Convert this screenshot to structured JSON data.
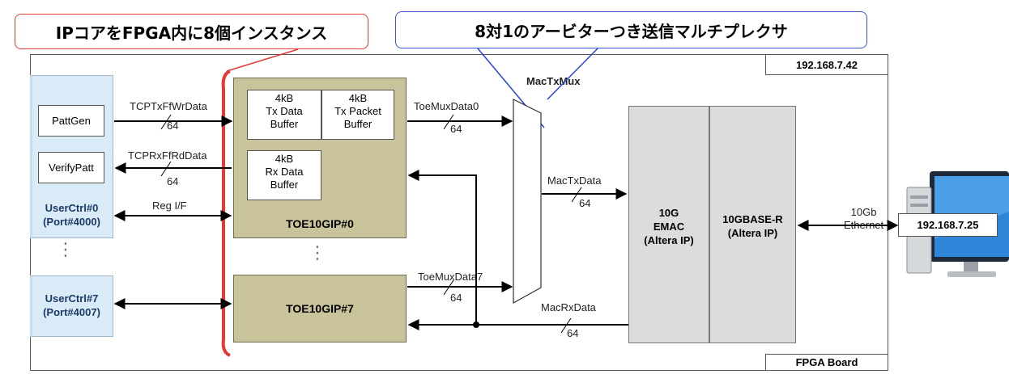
{
  "callouts": {
    "left": "IPコアをFPGA内に8個インスタンス",
    "right": "8対1のアービターつき送信マルチプレクサ"
  },
  "board": {
    "ip_label": "192.168.7.42",
    "name_label": "FPGA Board"
  },
  "user_ctrl_0": {
    "pattgen": "PattGen",
    "verifypatt": "VerifyPatt",
    "title_line1": "UserCtrl#0",
    "title_line2": "(Port#4000)"
  },
  "user_ctrl_7": {
    "title_line1": "UserCtrl#7",
    "title_line2": "(Port#4007)"
  },
  "toe0": {
    "title": "TOE10GIP#0",
    "tx_data_buffer": [
      "4kB",
      "Tx Data",
      "Buffer"
    ],
    "tx_packet_buffer": [
      "4kB",
      "Tx Packet",
      "Buffer"
    ],
    "rx_data_buffer": [
      "4kB",
      "Rx Data",
      "Buffer"
    ]
  },
  "toe7": {
    "title": "TOE10GIP#7"
  },
  "mux": {
    "title": "MacTxMux"
  },
  "emac": {
    "line1": "10G",
    "line2": "EMAC",
    "line3": "(Altera IP)"
  },
  "baser": {
    "line1": "10GBASE-R",
    "line2": "(Altera IP)"
  },
  "signals": {
    "tcp_tx": "TCPTxFfWrData",
    "tcp_tx_width": "64",
    "tcp_rx": "TCPRxFfRdData",
    "tcp_rx_width": "64",
    "reg_if": "Reg I/F",
    "toe_mux0": "ToeMuxData0",
    "toe_mux0_width": "64",
    "toe_mux7": "ToeMuxData7",
    "toe_mux7_width": "64",
    "mac_tx": "MacTxData",
    "mac_tx_width": "64",
    "mac_rx": "MacRxData",
    "mac_rx_width": "64",
    "eth_line1": "10Gb",
    "eth_line2": "Ethernet"
  },
  "pc": {
    "ip_label": "192.168.7.25"
  },
  "dots": {
    "vertical": "⋮"
  }
}
